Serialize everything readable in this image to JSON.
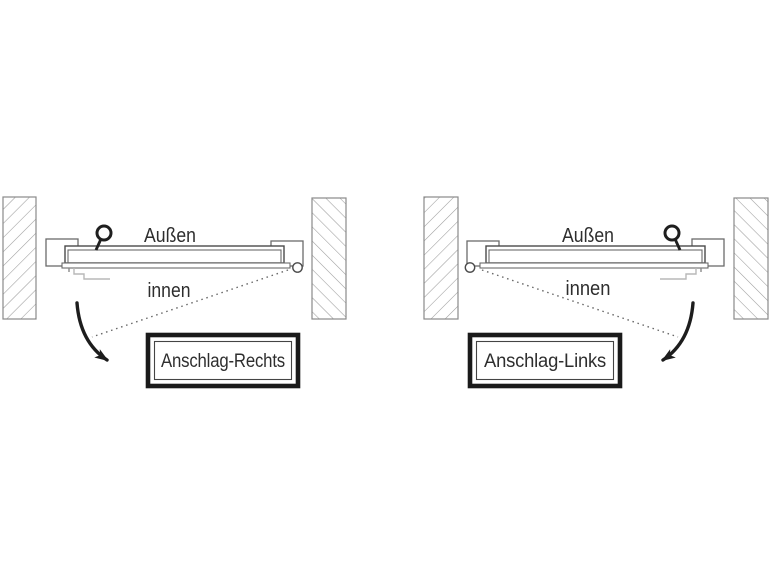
{
  "diagrams": [
    {
      "id": "anschlag-rechts",
      "outside_label": "Außen",
      "inside_label": "innen",
      "caption": "Anschlag-Rechts"
    },
    {
      "id": "anschlag-links",
      "outside_label": "Außen",
      "inside_label": "innen",
      "caption": "Anschlag-Links"
    }
  ],
  "icons": {
    "door-handle-icon": "circle-knob-with-stem",
    "hinge-pivot-icon": "small-circle",
    "swing-direction-arrow-icon": "curved-arrow",
    "wall-hatch": "diagonal-lines"
  },
  "colors": {
    "background": "#ffffff",
    "outline_dark": "#4a4a4a",
    "outline_medium": "#6b6b6b",
    "hatch_line": "#9c9c9c",
    "wall_border": "#8a8a8a",
    "bracket_light": "#b8b8b8",
    "arrow_black": "#1d1d1d",
    "caption_box_border": "#1a1a1a",
    "label_text": "#2e2e2e"
  }
}
